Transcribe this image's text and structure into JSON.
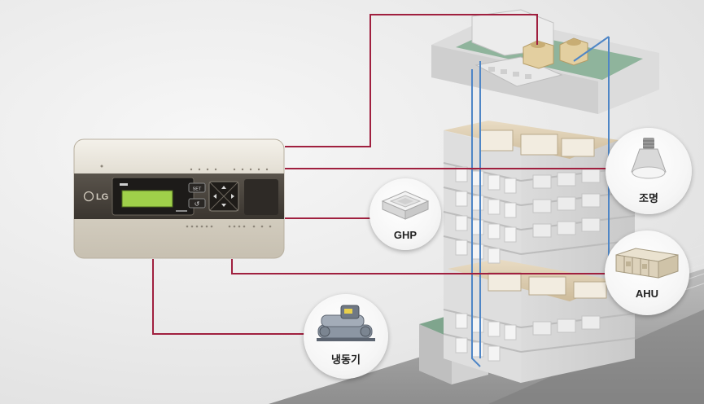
{
  "controller": {
    "brand": "LG",
    "set_key": "SET"
  },
  "devices": {
    "lighting": {
      "label": "조명",
      "icon": "light-bulb-icon"
    },
    "ghp": {
      "label": "GHP",
      "icon": "ceiling-cassette-icon"
    },
    "ahu": {
      "label": "AHU",
      "icon": "air-handling-unit-icon"
    },
    "chiller": {
      "label": "냉동기",
      "icon": "chiller-icon"
    }
  },
  "colors": {
    "link_line": "#a0203f",
    "pipe_line": "#4f86c6",
    "rooftop_unit": "#e3cfa0"
  }
}
